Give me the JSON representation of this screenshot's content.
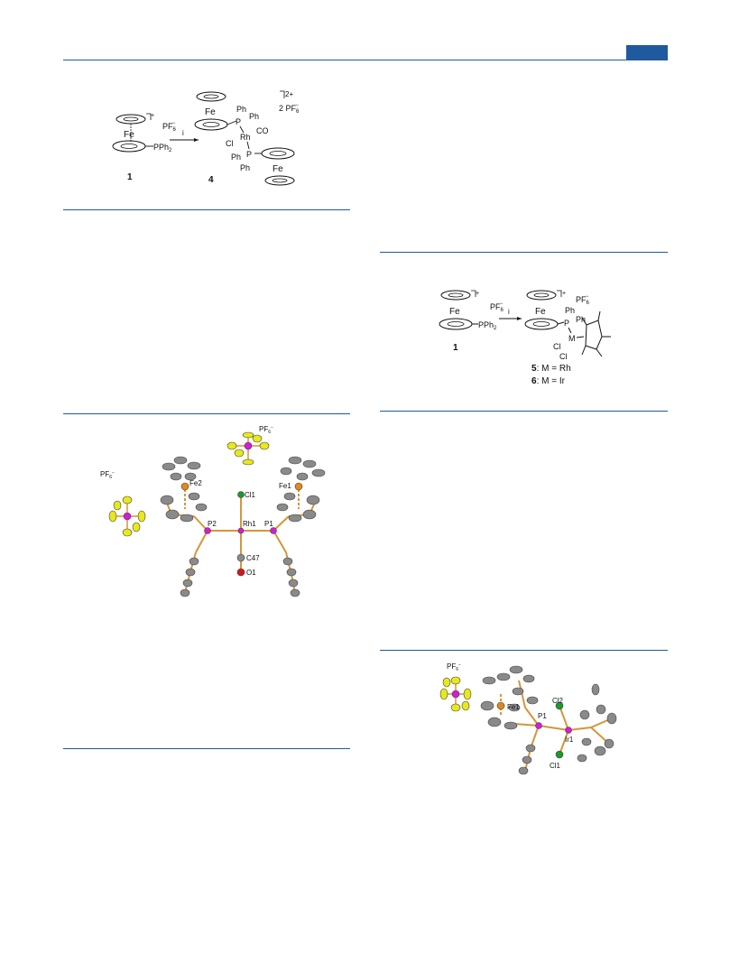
{
  "scheme1": {
    "cmpd1": {
      "fe": "Fe",
      "pph2": "PPh",
      "pph2_sub": "2",
      "charge": "+",
      "num": "1"
    },
    "pf6": {
      "base": "PF",
      "sub": "6",
      "sup": "−"
    },
    "arrow": "i",
    "cmpd4": {
      "fe_top": "Fe",
      "ph1": "Ph",
      "ph2": "Ph",
      "p_top": "P",
      "rh": "Rh",
      "co": "CO",
      "cl": "Cl",
      "p_bot": "P",
      "ph3": "Ph",
      "ph4": "Ph",
      "fe_bot": "Fe",
      "num": "4",
      "charge": "2+",
      "pf6": "2 PF",
      "pf6_sub": "6",
      "pf6_sup": "−"
    }
  },
  "scheme2": {
    "cmpd1": {
      "fe": "Fe",
      "pph2": "PPh",
      "pph2_sub": "2",
      "charge": "+",
      "num": "1"
    },
    "pf6": {
      "base": "PF",
      "sub": "6",
      "sup": "−"
    },
    "arrow": "i",
    "product": {
      "fe": "Fe",
      "charge": "+",
      "pf6": "PF",
      "pf6_sub": "6",
      "pf6_sup": "−",
      "ph1": "Ph",
      "ph2": "Ph",
      "p": "P",
      "m": "M",
      "cl1": "Cl",
      "cl2": "Cl"
    },
    "legend": [
      {
        "num": "5",
        "text": ": M = Rh"
      },
      {
        "num": "6",
        "text": ": M = Ir"
      }
    ]
  },
  "figure_rh": {
    "pf6_top": "PF",
    "pf6_left": "PF",
    "pf6_sub": "6",
    "pf6_sup": "−",
    "fe2": "Fe2",
    "fe1": "Fe1",
    "cl1": "Cl1",
    "p2": "P2",
    "rh1": "Rh1",
    "p1": "P1",
    "c47": "C47",
    "o1": "O1"
  },
  "figure_ir": {
    "pf6": "PF",
    "pf6_sub": "6",
    "pf6_sup": "−",
    "fe1": "Fe1",
    "p1": "P1",
    "cl2": "Cl2",
    "ir1": "Ir1",
    "cl1": "Cl1"
  },
  "colors": {
    "rule": "#1f5a9e",
    "fe": "#e08a1a",
    "p": "#d61ad6",
    "cl": "#1a9a2a",
    "o": "#d01a1a",
    "f": "#e8e81a",
    "c": "#808080",
    "bond": "#d4963a"
  }
}
